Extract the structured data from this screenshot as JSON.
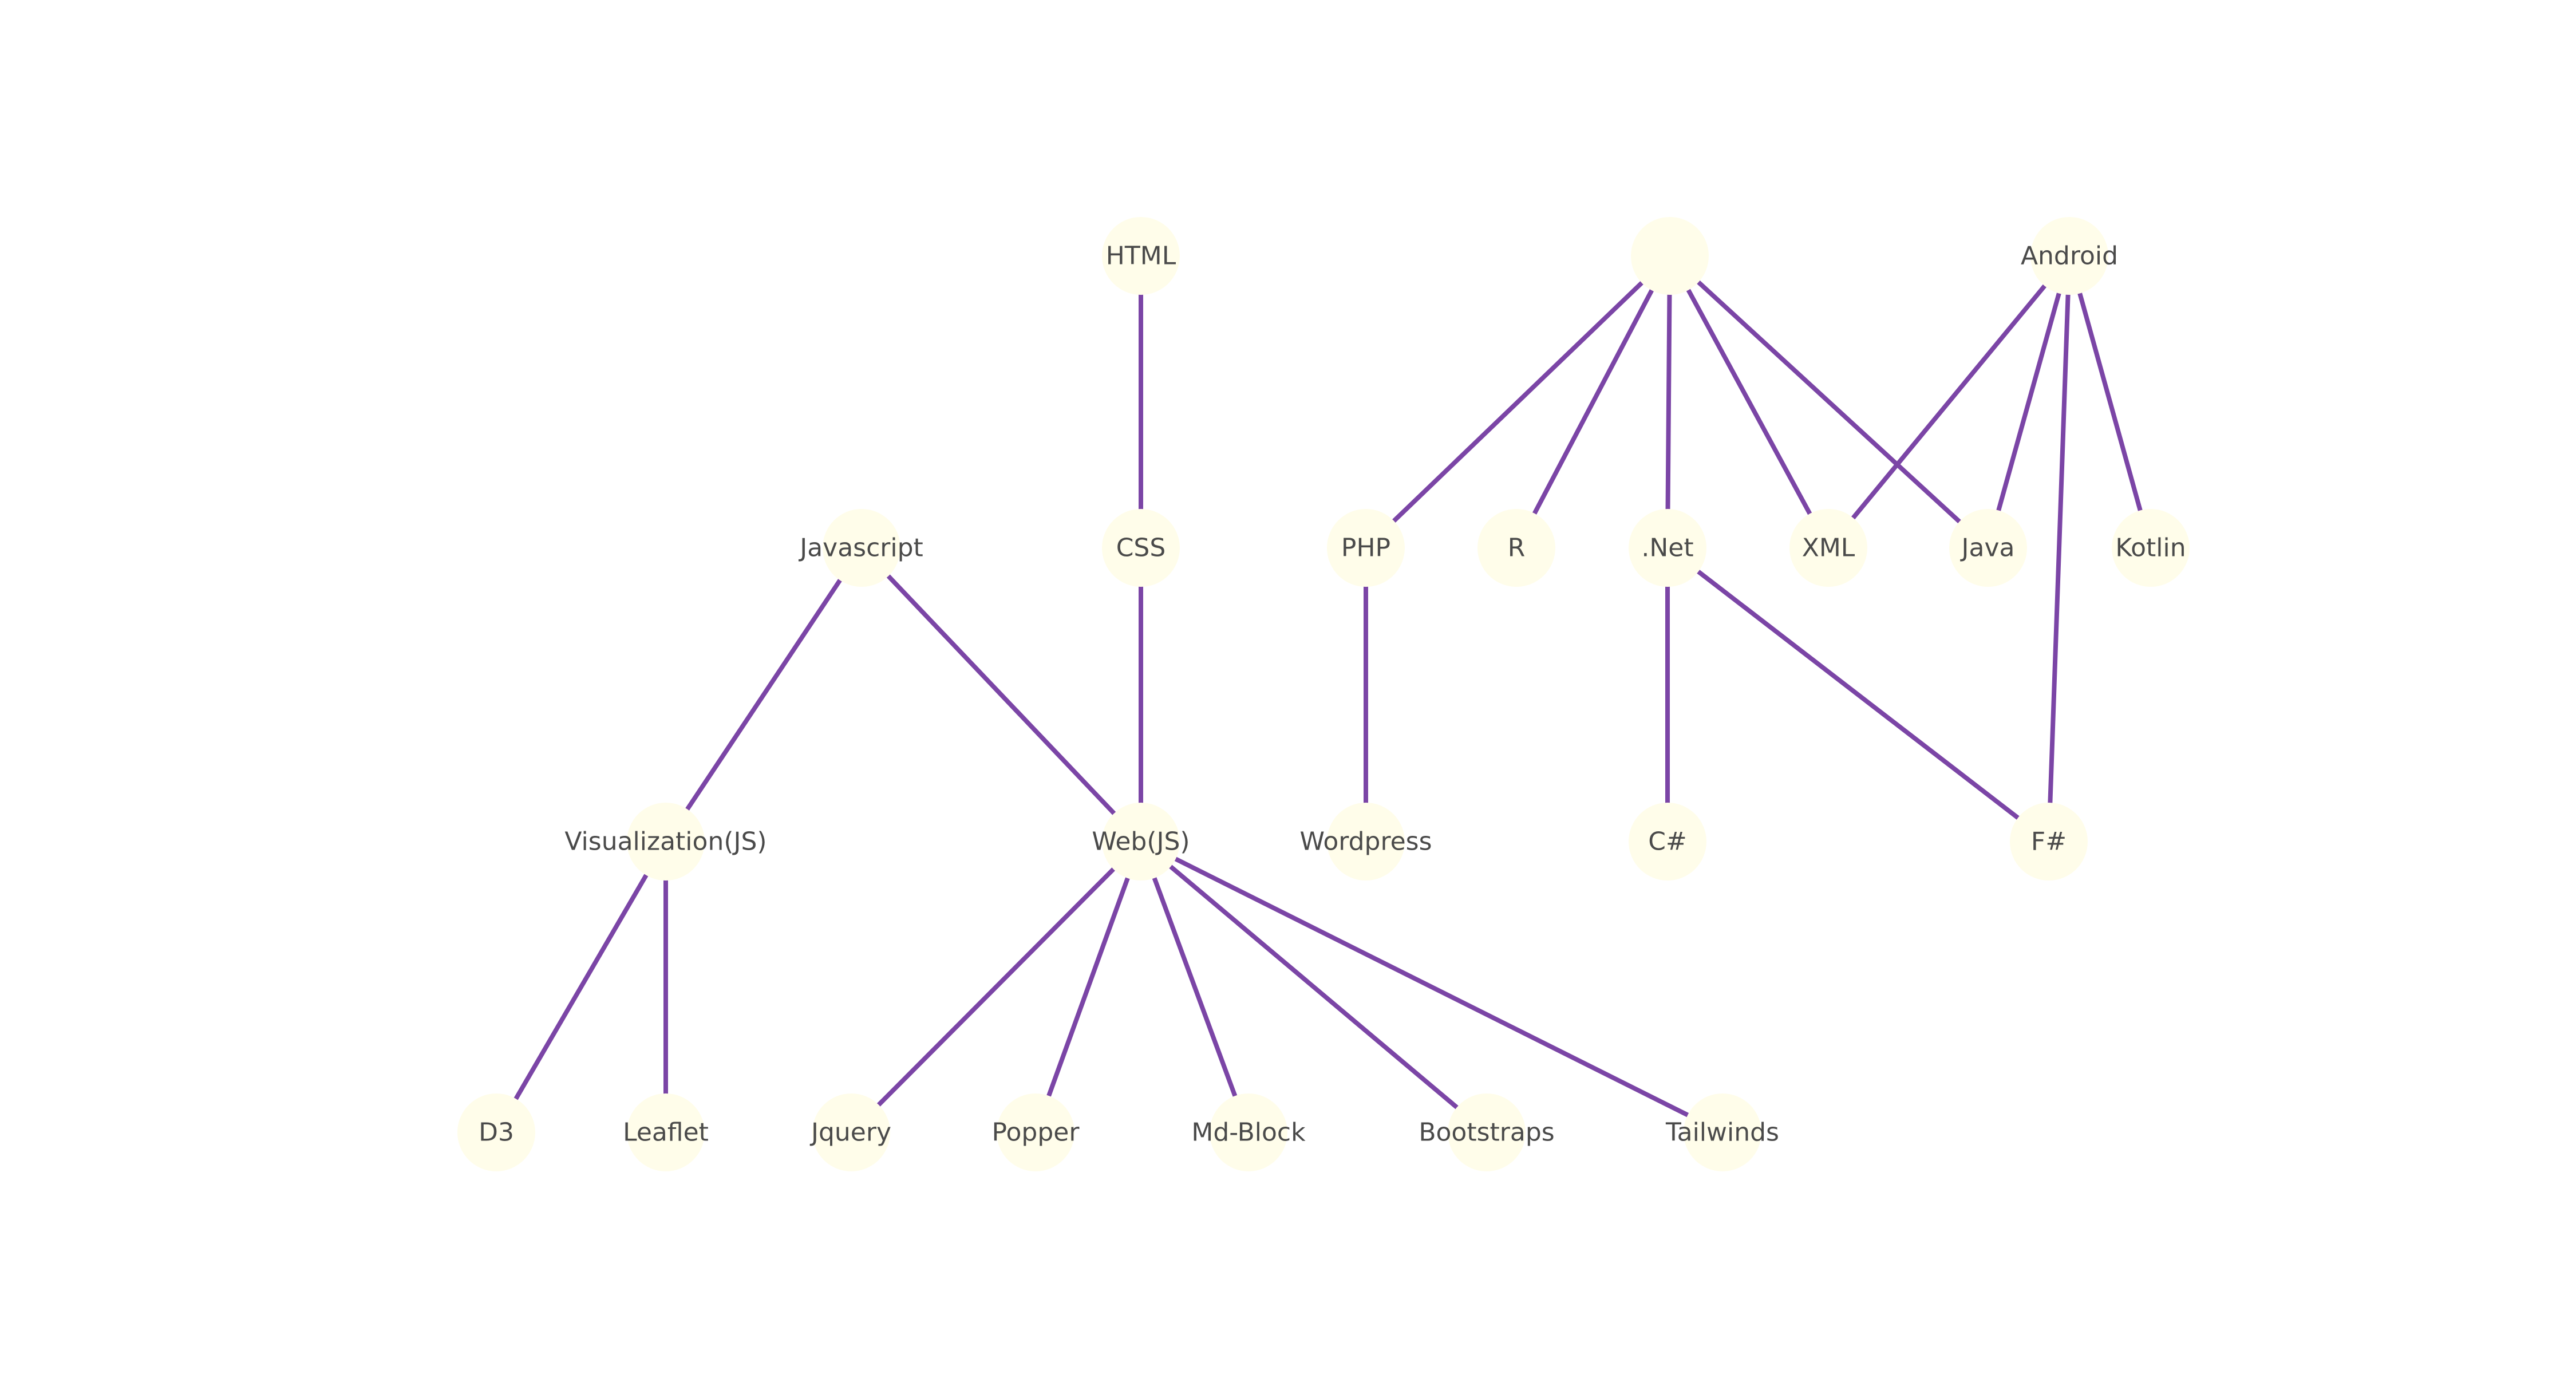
{
  "colors": {
    "edge": "#7b45a6",
    "node_fill": "#fffdea",
    "label": "#4a4a4a",
    "background": "#ffffff"
  },
  "nodes": [
    {
      "id": "root",
      "label": ""
    },
    {
      "id": "html",
      "label": "HTML"
    },
    {
      "id": "android",
      "label": "Android"
    },
    {
      "id": "javascript",
      "label": "Javascript"
    },
    {
      "id": "css",
      "label": "CSS"
    },
    {
      "id": "php",
      "label": "PHP"
    },
    {
      "id": "r",
      "label": "R"
    },
    {
      "id": "net",
      "label": ".Net"
    },
    {
      "id": "xml",
      "label": "XML"
    },
    {
      "id": "java",
      "label": "Java"
    },
    {
      "id": "kotlin",
      "label": "Kotlin"
    },
    {
      "id": "visualization",
      "label": "Visualization(JS)"
    },
    {
      "id": "web",
      "label": "Web(JS)"
    },
    {
      "id": "wordpress",
      "label": "Wordpress"
    },
    {
      "id": "csharp",
      "label": "C#"
    },
    {
      "id": "fsharp",
      "label": "F#"
    },
    {
      "id": "d3",
      "label": "D3"
    },
    {
      "id": "leaflet",
      "label": "Leaflet"
    },
    {
      "id": "jquery",
      "label": "Jquery"
    },
    {
      "id": "popper",
      "label": "Popper"
    },
    {
      "id": "mdblock",
      "label": "Md-Block"
    },
    {
      "id": "bootstraps",
      "label": "Bootstraps"
    },
    {
      "id": "tailwinds",
      "label": "Tailwinds"
    }
  ],
  "edges": [
    [
      "html",
      "css"
    ],
    [
      "css",
      "web"
    ],
    [
      "javascript",
      "visualization"
    ],
    [
      "javascript",
      "web"
    ],
    [
      "visualization",
      "d3"
    ],
    [
      "visualization",
      "leaflet"
    ],
    [
      "web",
      "jquery"
    ],
    [
      "web",
      "popper"
    ],
    [
      "web",
      "mdblock"
    ],
    [
      "web",
      "bootstraps"
    ],
    [
      "web",
      "tailwinds"
    ],
    [
      "root",
      "php"
    ],
    [
      "root",
      "r"
    ],
    [
      "root",
      "net"
    ],
    [
      "root",
      "xml"
    ],
    [
      "root",
      "java"
    ],
    [
      "php",
      "wordpress"
    ],
    [
      "net",
      "csharp"
    ],
    [
      "net",
      "fsharp"
    ],
    [
      "android",
      "xml"
    ],
    [
      "android",
      "java"
    ],
    [
      "android",
      "kotlin"
    ],
    [
      "android",
      "fsharp"
    ]
  ]
}
